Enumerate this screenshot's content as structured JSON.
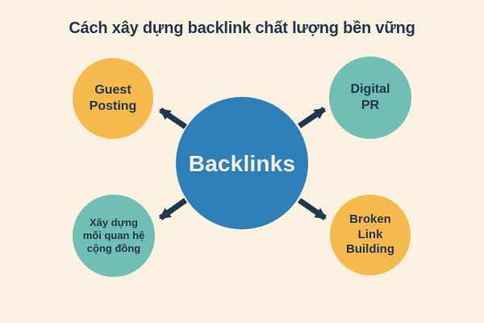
{
  "title": "Cách xây dựng backlink chất lượng bền vững",
  "diagram_type": "hub-and-spoke",
  "center": {
    "label": "Backlinks",
    "color": "#2E7FB7"
  },
  "nodes": [
    {
      "id": "guest-posting",
      "label": "Guest\nPosting",
      "color": "#F5B94D",
      "position": "top-left"
    },
    {
      "id": "digital-pr",
      "label": "Digital\nPR",
      "color": "#71BEB4",
      "position": "top-right"
    },
    {
      "id": "community-building",
      "label": "Xây dựng\nmối quan hệ\ncộng đồng",
      "color": "#71BEB4",
      "position": "bottom-left"
    },
    {
      "id": "broken-link-building",
      "label": "Broken\nLink\nBuilding",
      "color": "#F5B94D",
      "position": "bottom-right"
    }
  ],
  "arrows": [
    {
      "from": "center",
      "to": "guest-posting"
    },
    {
      "from": "center",
      "to": "digital-pr"
    },
    {
      "from": "center",
      "to": "community-building"
    },
    {
      "from": "center",
      "to": "broken-link-building"
    }
  ],
  "colors": {
    "background": "#FAF1E1",
    "navy": "#22374F",
    "blue": "#2E7FB7",
    "orange": "#F5B94D",
    "teal": "#71BEB4",
    "center_text": "#F5EFE2"
  }
}
